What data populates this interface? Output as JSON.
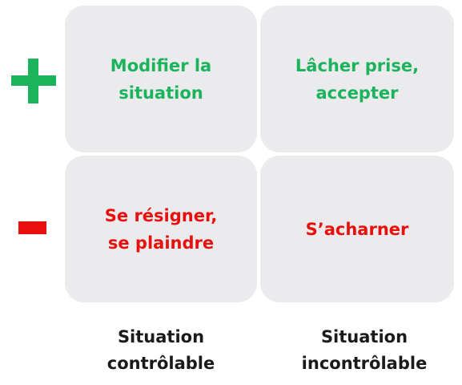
{
  "colors": {
    "positive": "#1bb35c",
    "negative": "#e8100c",
    "quadrant_bg": "#ebebed",
    "label": "#1a1a1a"
  },
  "rows": [
    {
      "sign": "+",
      "sign_icon": "plus-icon"
    },
    {
      "sign": "-",
      "sign_icon": "minus-icon"
    }
  ],
  "quadrants": {
    "top_left": "Modifier la\nsituation",
    "top_right": "Lâcher prise,\naccepter",
    "bottom_left": "Se résigner,\nse plaindre",
    "bottom_right": "S’acharner"
  },
  "columns": {
    "left": "Situation\ncontrôlable",
    "right": "Situation\nincontrôlable"
  }
}
